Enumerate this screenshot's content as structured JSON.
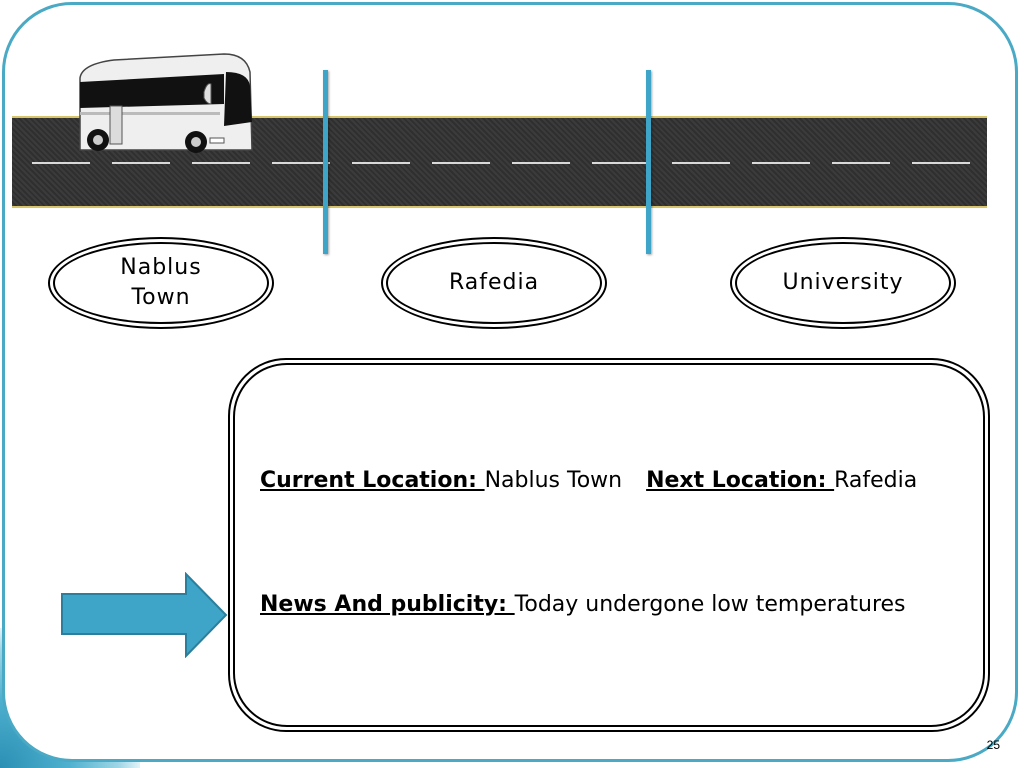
{
  "stops": [
    {
      "name": "Nablus\nTown"
    },
    {
      "name": "Rafedia"
    },
    {
      "name": "University"
    }
  ],
  "info": {
    "current_label": "Current Location: ",
    "current_value": "Nablus Town",
    "next_label": "Next Location: ",
    "next_value": "Rafedia",
    "news_label": "News And publicity: ",
    "news_value": "Today undergone low temperatures"
  },
  "page_number": "25",
  "colors": {
    "accent_teal": "#3ea5c8",
    "frame_teal": "#4aa9c4",
    "road": "#333333",
    "road_edge": "#d8c46a"
  },
  "icons": {
    "vehicle": "bus-icon",
    "pointer": "right-arrow-icon"
  }
}
